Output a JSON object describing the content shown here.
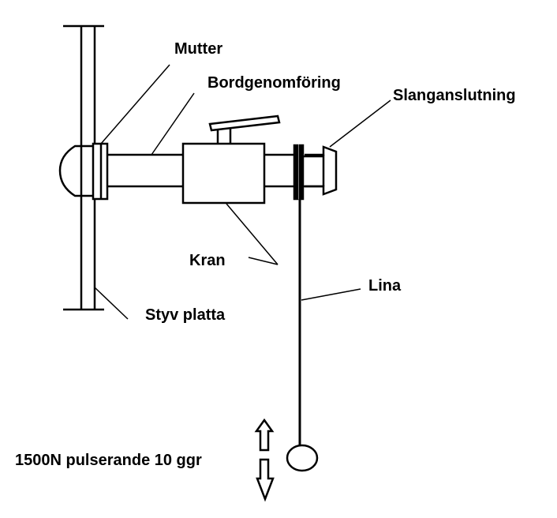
{
  "labels": {
    "mutter": "Mutter",
    "bordgenomforing": "Bordgenomföring",
    "slanganslutning": "Slanganslutning",
    "kran": "Kran",
    "lina": "Lina",
    "styv_platta": "Styv platta",
    "force": "1500N pulserande 10 ggr"
  }
}
